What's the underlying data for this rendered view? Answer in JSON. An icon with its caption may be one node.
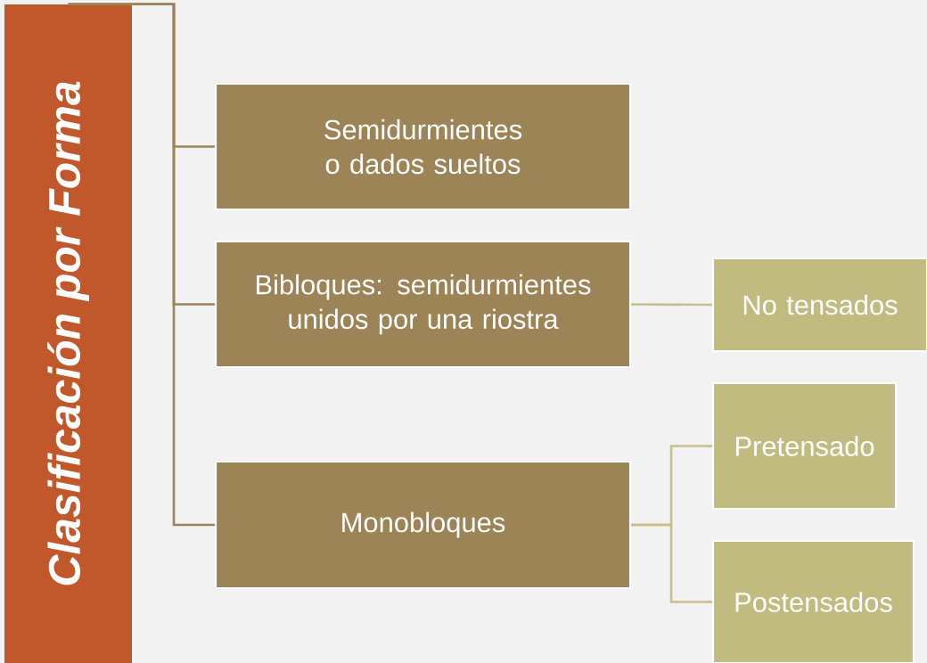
{
  "diagram": {
    "nodes": [
      {
        "text": [
          "Clasificación por Forma"
        ]
      },
      {
        "text": [
          "Semidurmientes o dados sueltos"
        ]
      },
      {
        "text": [
          "Bibloques: semidurmientes unidos por una riostra"
        ]
      },
      {
        "text": [
          "Monobloques"
        ]
      },
      {
        "text": [
          "No tensados"
        ]
      },
      {
        "text": [
          "Pretensado"
        ]
      },
      {
        "text": [
          "Postensados"
        ]
      }
    ],
    "edges": [
      {
        "from": 0,
        "to": 1,
        "arrow": "none"
      },
      {
        "from": 0,
        "to": 2,
        "arrow": "none"
      },
      {
        "from": 0,
        "to": 3,
        "arrow": "none"
      },
      {
        "from": 2,
        "to": 4,
        "arrow": "none",
        "color": "#c8c08a"
      },
      {
        "from": 3,
        "to": 5,
        "arrow": "none",
        "color": "#c8c08a"
      },
      {
        "from": 3,
        "to": 6,
        "arrow": "none",
        "color": "#c8c08a"
      }
    ]
  }
}
